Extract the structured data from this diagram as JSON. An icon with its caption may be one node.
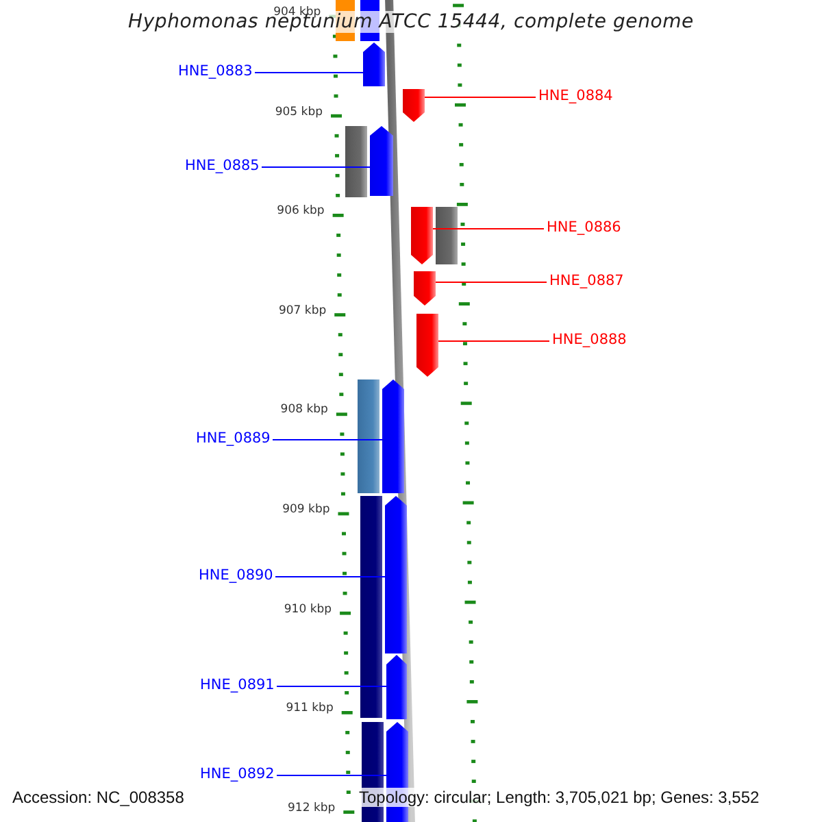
{
  "diagram": {
    "title": "Hyphomonas neptunium ATCC 15444, complete genome",
    "nodes": [
      {
        "text": [
          "HNE_0883"
        ]
      },
      {
        "text": [],
        "shape": "arrow"
      },
      {
        "text": [
          "HNE_0884"
        ]
      },
      {
        "text": [],
        "shape": "arrow"
      },
      {
        "text": [
          "HNE_0885"
        ]
      },
      {
        "text": [],
        "shape": "arrow"
      },
      {
        "text": [
          "HNE_0886"
        ]
      },
      {
        "text": [],
        "shape": "arrow"
      },
      {
        "text": [
          "HNE_0887"
        ]
      },
      {
        "text": [],
        "shape": "arrow"
      },
      {
        "text": [
          "HNE_0888"
        ]
      },
      {
        "text": [],
        "shape": "arrow"
      },
      {
        "text": [
          "HNE_0889"
        ]
      },
      {
        "text": [],
        "shape": "arrow"
      },
      {
        "text": [
          "HNE_0890"
        ]
      },
      {
        "text": [],
        "shape": "arrow"
      },
      {
        "text": [
          "HNE_0891"
        ]
      },
      {
        "text": [],
        "shape": "arrow"
      },
      {
        "text": [
          "HNE_0892"
        ]
      },
      {
        "text": [],
        "shape": "arrow"
      }
    ],
    "edges": [
      {
        "from": 0,
        "to": 1,
        "arrow": "none"
      },
      {
        "from": 2,
        "to": 3,
        "arrow": "none",
        "color": "#ff0000"
      },
      {
        "from": 4,
        "to": 5,
        "arrow": "none"
      },
      {
        "from": 6,
        "to": 7,
        "arrow": "none",
        "color": "#ff0000"
      },
      {
        "from": 8,
        "to": 9,
        "arrow": "none",
        "color": "#ff0000"
      },
      {
        "from": 10,
        "to": 11,
        "arrow": "none",
        "color": "#ff0000"
      },
      {
        "from": 12,
        "to": 13,
        "arrow": "none"
      },
      {
        "from": 14,
        "to": 15,
        "arrow": "none"
      },
      {
        "from": 16,
        "to": 17,
        "arrow": "none"
      },
      {
        "from": 18,
        "to": 19,
        "arrow": "none"
      }
    ],
    "labels": [
      "904 kbp",
      "905 kbp",
      "906 kbp",
      "907 kbp",
      "908 kbp",
      "909 kbp",
      "910 kbp",
      "911 kbp",
      "912 kbp",
      "Accession: NC_008358",
      "Topology: circular; Length: 3,705,021 bp; Genes: 3,552"
    ]
  }
}
